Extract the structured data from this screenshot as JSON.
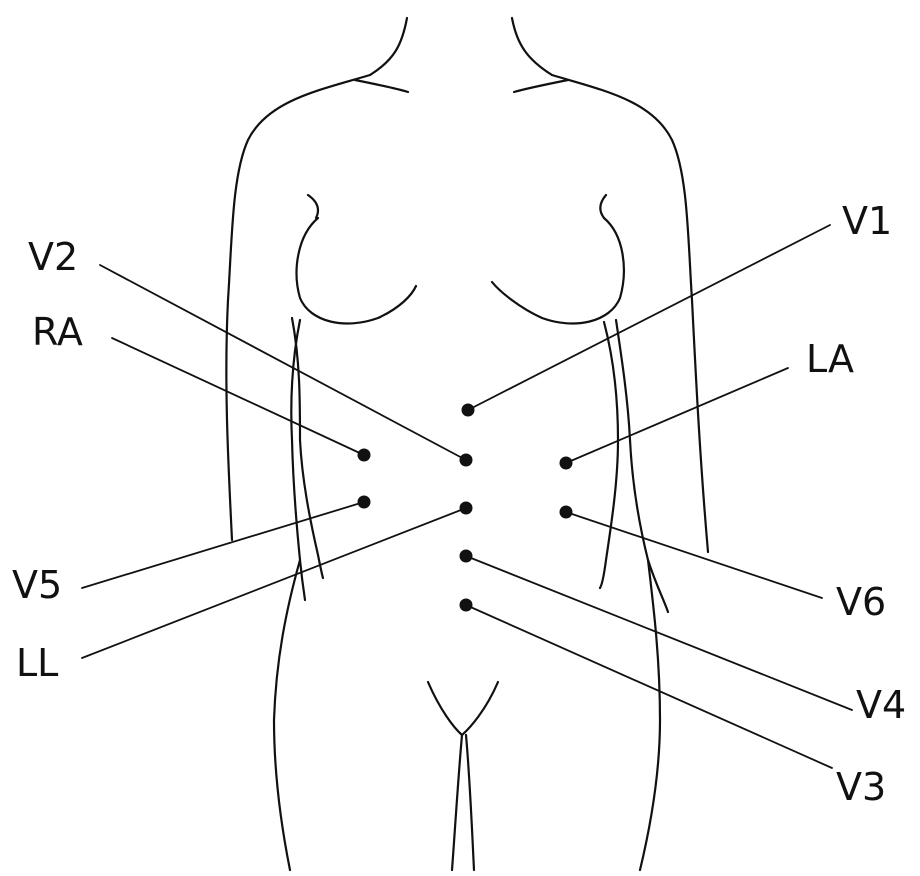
{
  "diagram": {
    "colors": {
      "ink": "#111111",
      "background": "#ffffff"
    },
    "electrodes": [
      {
        "id": "v1",
        "label": "V1"
      },
      {
        "id": "v2",
        "label": "V2"
      },
      {
        "id": "ra",
        "label": "RA"
      },
      {
        "id": "la",
        "label": "LA"
      },
      {
        "id": "v5",
        "label": "V5"
      },
      {
        "id": "v6",
        "label": "V6"
      },
      {
        "id": "ll",
        "label": "LL"
      },
      {
        "id": "v4",
        "label": "V4"
      },
      {
        "id": "v3",
        "label": "V3"
      }
    ]
  }
}
